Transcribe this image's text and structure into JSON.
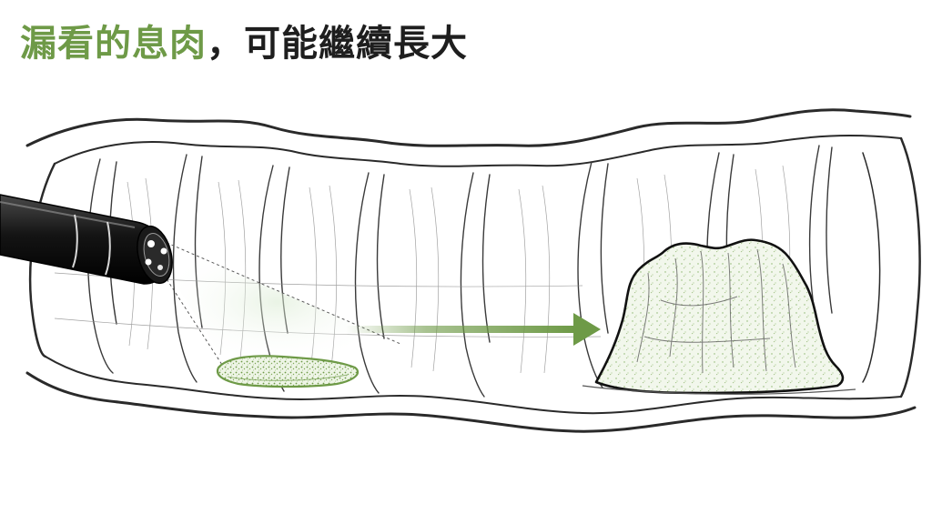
{
  "title": {
    "highlight": "漏看的息肉",
    "separator": "，",
    "rest": "可能繼續長大"
  },
  "colors": {
    "accent": "#6e9a47",
    "accent_light": "#9cbf7e",
    "ink": "#1e1e1e",
    "line": "#2a2a2a",
    "background": "#ffffff"
  },
  "scene": {
    "device": "endoscope",
    "small_lesion": "small-polyp",
    "large_lesion": "large-polyp",
    "indicator": "growth-arrow"
  }
}
